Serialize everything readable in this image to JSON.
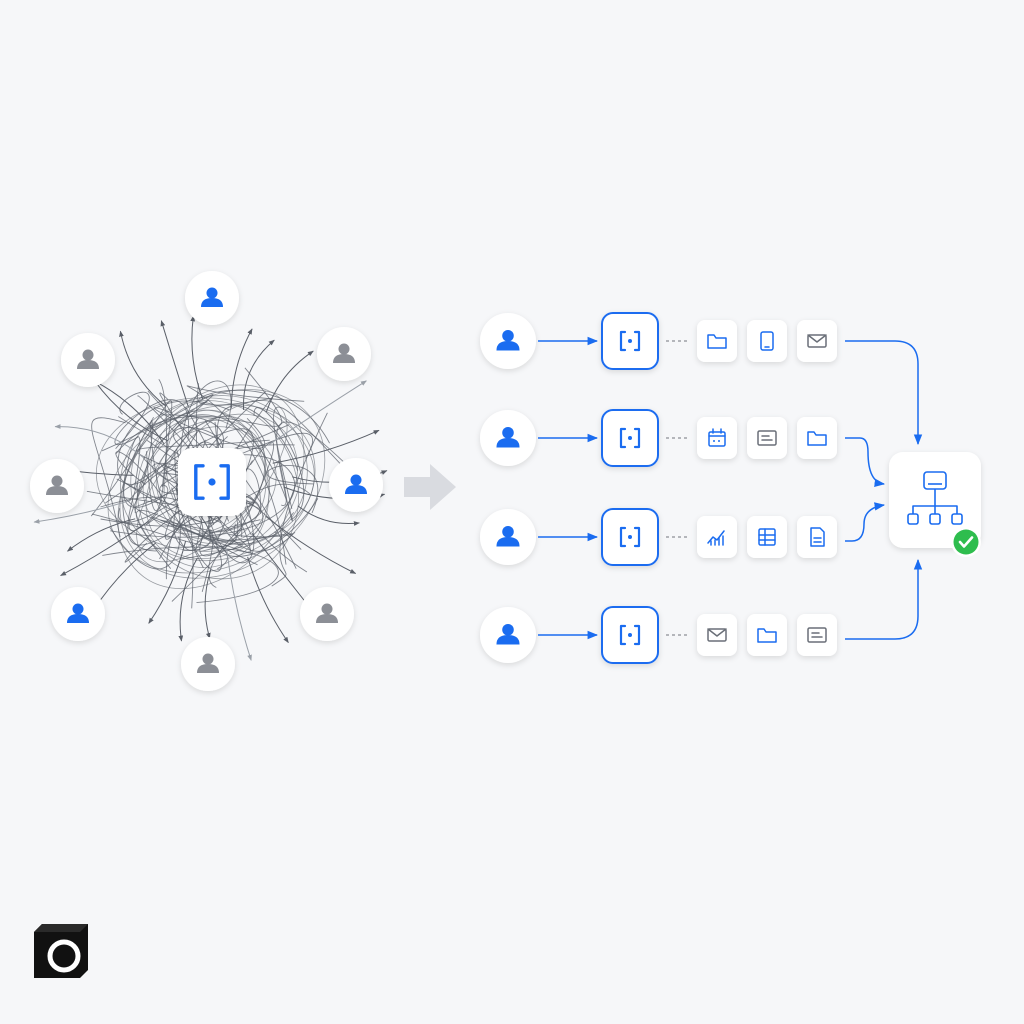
{
  "colors": {
    "background": "#f6f7f9",
    "accent": "#1a6cf0",
    "user_gray": "#8c8f96",
    "tangle": "#5a5f68",
    "check_green": "#2ebd4e",
    "transition_arrow": "#d9dbe0",
    "logo": "#111111"
  },
  "chaotic_side": {
    "hub_icon": "agent-bracket-icon",
    "users": [
      {
        "icon": "user-icon",
        "tone": "blue"
      },
      {
        "icon": "user-icon",
        "tone": "gray"
      },
      {
        "icon": "user-icon",
        "tone": "gray"
      },
      {
        "icon": "user-icon",
        "tone": "gray"
      },
      {
        "icon": "user-icon",
        "tone": "blue"
      },
      {
        "icon": "user-icon",
        "tone": "blue"
      },
      {
        "icon": "user-icon",
        "tone": "gray"
      },
      {
        "icon": "user-icon",
        "tone": "gray"
      }
    ]
  },
  "organized_side": {
    "rows": [
      {
        "user_icon": "user-icon",
        "agent_icon": "agent-bracket-icon",
        "tools": [
          "folder-icon",
          "tablet-icon",
          "mail-icon"
        ]
      },
      {
        "user_icon": "user-icon",
        "agent_icon": "agent-bracket-icon",
        "tools": [
          "calendar-icon",
          "document-lines-icon",
          "folder-icon"
        ]
      },
      {
        "user_icon": "user-icon",
        "agent_icon": "agent-bracket-icon",
        "tools": [
          "chart-icon",
          "table-icon",
          "file-icon"
        ]
      },
      {
        "user_icon": "user-icon",
        "agent_icon": "agent-bracket-icon",
        "tools": [
          "mail-icon",
          "folder-icon",
          "document-lines-icon"
        ]
      }
    ],
    "target_icon": "hierarchy-icon",
    "status_icon": "check-icon"
  },
  "branding": {
    "logo_icon": "camera-box-logo-icon"
  }
}
